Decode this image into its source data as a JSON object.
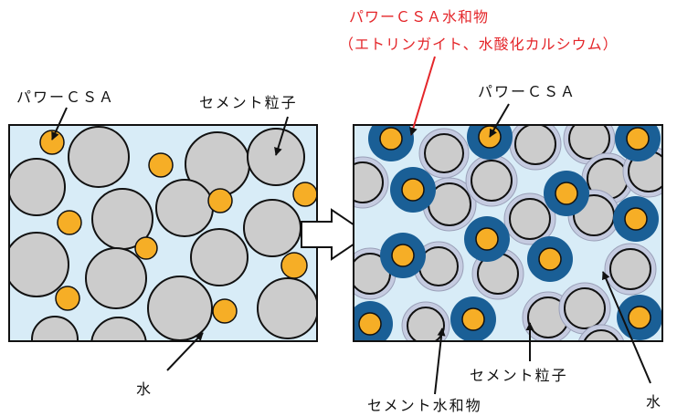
{
  "colors": {
    "water": "#d8ecf7",
    "cement_particle": "#cccccc",
    "power_csa_core": "#f6ae26",
    "csa_hydrate": "#1a5f96",
    "cement_hydrate": "#c5cbe0",
    "outline": "#111111",
    "highlight_text": "#e4262a"
  },
  "before_panel": {
    "labels": {
      "power_csa": "パワーＣＳＡ",
      "cement_particle": "セメント粒子",
      "water": "水"
    }
  },
  "after_panel": {
    "labels": {
      "hydrate_title_line1": "パワーＣＳＡ水和物",
      "hydrate_title_line2": "（エトリンガイト、水酸化カルシウム）",
      "power_csa": "パワーＣＳＡ",
      "cement_particle": "セメント粒子",
      "cement_hydrate": "セメント水和物",
      "water": "水"
    }
  }
}
